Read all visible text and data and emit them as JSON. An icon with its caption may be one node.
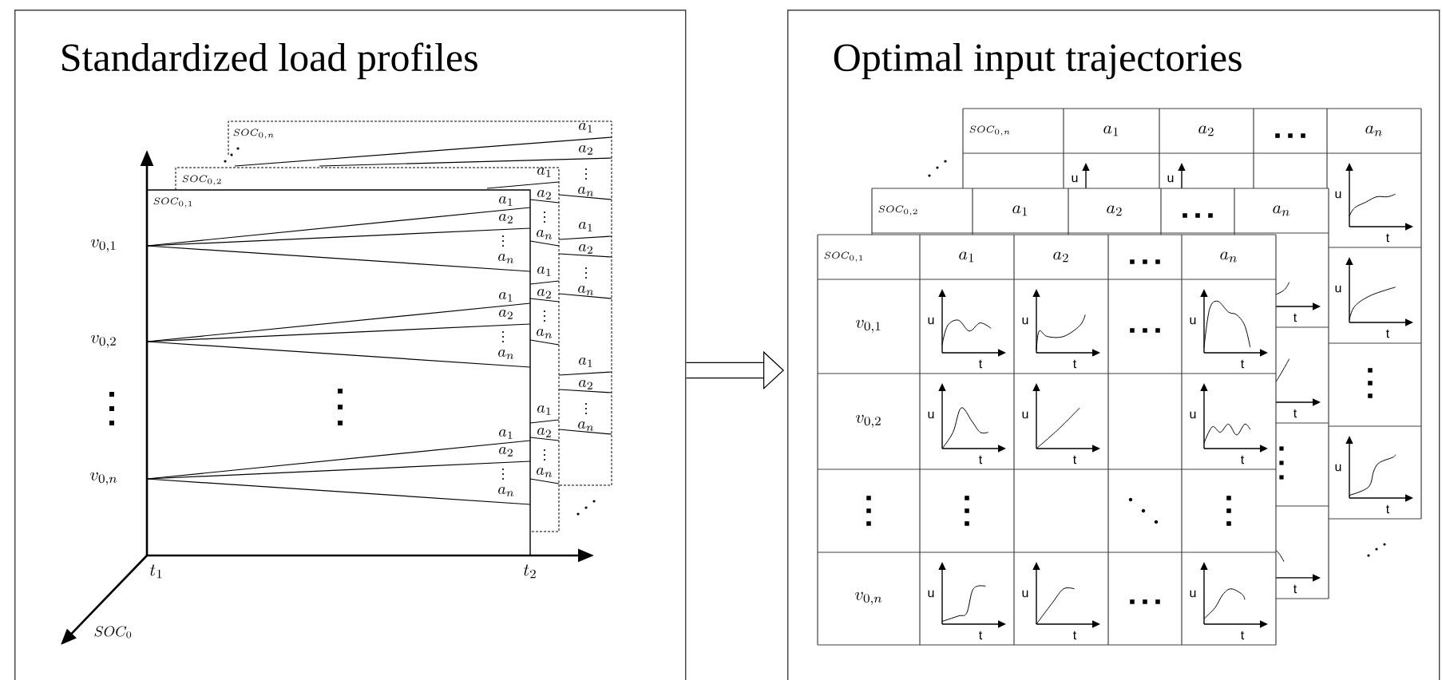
{
  "diagram": {
    "nodes": [
      {
        "text": [
          "Standardized load profiles"
        ]
      },
      {
        "text": [
          "Optimal input trajectories"
        ]
      }
    ],
    "edges": [
      {
        "from": 0,
        "to": 1,
        "arrow": "to"
      }
    ],
    "labels": [
      "SOC_{0,n}",
      "SOC_{0,2}",
      "SOC_{0,1}",
      "v_{0,1}",
      "v_{0,2}",
      "v_{0,n}",
      "a_1",
      "a_2",
      "a_n",
      "a_1",
      "a_2",
      "a_n",
      "a_1",
      "a_2",
      "a_n",
      "a_1",
      "a_2",
      "a_n",
      "a_1",
      "a_2",
      "a_n",
      "a_1",
      "a_2",
      "a_n",
      "a_1",
      "a_2",
      "a_n",
      "a_1",
      "a_2",
      "a_n",
      "a_1",
      "a_2",
      "a_n",
      "t_1",
      "t_2",
      "SOC_0",
      "SOC_{0,n}",
      "a_1",
      "a_2",
      "a_n",
      "u",
      "u",
      "u",
      "t",
      "u",
      "t",
      "u",
      "t",
      "SOC_{0,2}",
      "a_1",
      "a_2",
      "a_n",
      "t",
      "t",
      "t",
      "SOC_{0,1}",
      "a_1",
      "a_2",
      "a_n",
      "v_{0,1}",
      "u",
      "t",
      "u",
      "t",
      "u",
      "t",
      "v_{0,2}",
      "u",
      "t",
      "u",
      "t",
      "u",
      "t",
      "v_{0,n}",
      "u",
      "t",
      "u",
      "t",
      "u",
      "t"
    ]
  }
}
